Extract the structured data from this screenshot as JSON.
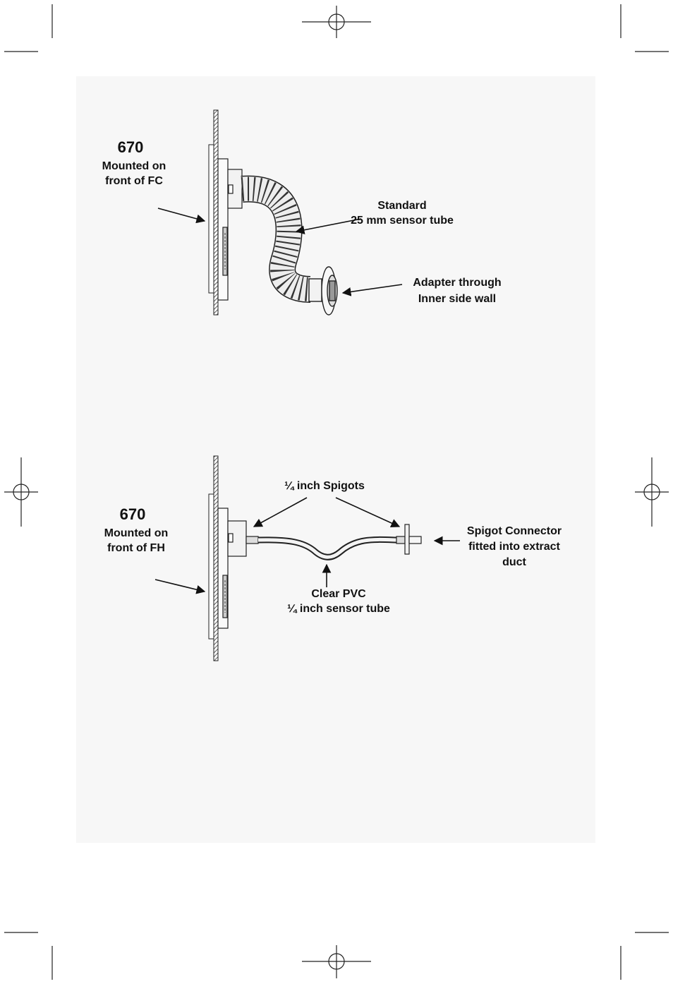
{
  "diagram_top": {
    "model": "670",
    "mount_line1": "Mounted on",
    "mount_line2": "front of  FC",
    "tube_line1": "Standard",
    "tube_line2": "25 mm sensor tube",
    "adapter_line1": "Adapter  through",
    "adapter_line2": "Inner  side  wall"
  },
  "diagram_bottom": {
    "model": "670",
    "mount_line1": "Mounted on",
    "mount_line2": "front of  FH",
    "spigots": "¼ inch Spigots",
    "connector_line1": "Spigot Connector",
    "connector_line2": "fitted into extract",
    "connector_line3": "duct",
    "tube_line1": "Clear PVC",
    "tube_line2": "¼ inch sensor tube"
  }
}
